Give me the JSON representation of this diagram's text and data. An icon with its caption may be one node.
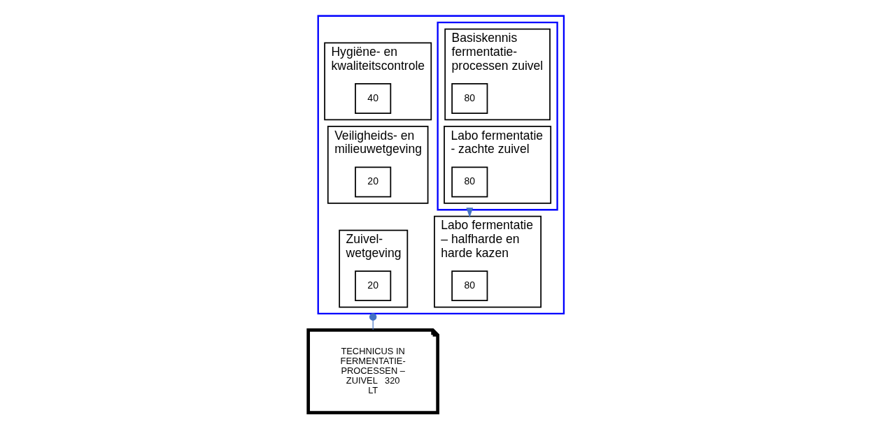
{
  "diagram": {
    "nodes": [
      {
        "text": [],
        "shape": "box"
      },
      {
        "text": [],
        "shape": "box",
        "in": 0
      },
      {
        "text": [
          "Basiskennis fermentatie- processen zuivel"
        ],
        "in": 1
      },
      {
        "text": [
          "80"
        ],
        "in": 2
      },
      {
        "text": [
          "Labo fermentatie - zachte zuivel"
        ],
        "in": 1
      },
      {
        "text": [
          "80"
        ],
        "in": 4
      },
      {
        "text": [
          "Hygiëne- en kwaliteitscontrole"
        ],
        "in": 0
      },
      {
        "text": [
          "40"
        ],
        "in": 6
      },
      {
        "text": [
          "Veiligheids- en milieuwetgeving"
        ],
        "in": 0
      },
      {
        "text": [
          "20"
        ],
        "in": 8
      },
      {
        "text": [
          "Labo fermentatie – halfharde en harde kazen"
        ],
        "in": 0
      },
      {
        "text": [
          "80"
        ],
        "in": 10
      },
      {
        "text": [
          "Zuivel- wetgeving"
        ],
        "in": 0
      },
      {
        "text": [
          "20"
        ],
        "in": 12
      },
      {
        "text": [
          "TECHNICUS IN FERMENTATIE- PROCESSEN – ZUIVEL   320 LT"
        ]
      }
    ],
    "edges": [
      {
        "from": 1,
        "to": 10,
        "arrow": "to"
      },
      {
        "from": 0,
        "to": 14,
        "arrow": "other"
      }
    ]
  }
}
